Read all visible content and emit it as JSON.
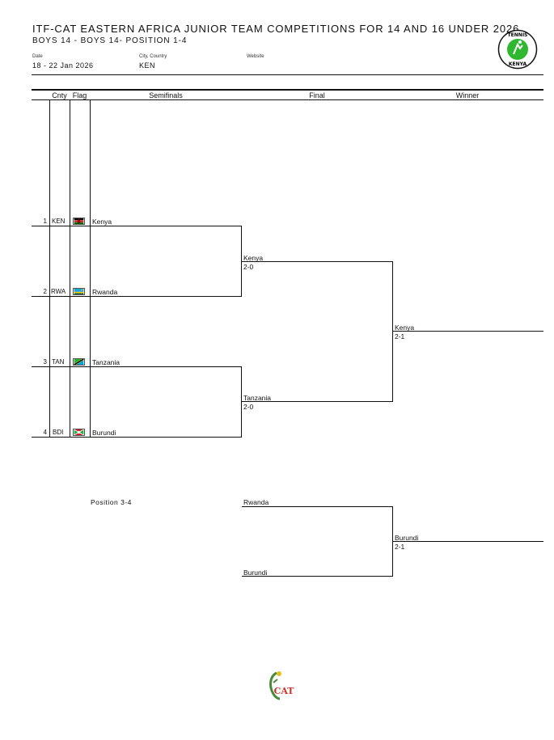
{
  "header": {
    "title": "ITF-CAT EASTERN AFRICA JUNIOR TEAM COMPETITIONS FOR 14 AND 16 UNDER 2026",
    "subtitle": "BOYS 14 - BOYS 14- POSITION 1-4",
    "date_label": "Date",
    "date_value": "18 - 22 Jan 2026",
    "city_label": "City, Country",
    "city_value": "KEN",
    "website_label": "Website",
    "website_value": ""
  },
  "columns": {
    "cnty": "Cnty",
    "flag": "Flag",
    "semifinals": "Semifinals",
    "final": "Final",
    "winner": "Winner"
  },
  "seeds": [
    {
      "num": "1",
      "code": "KEN",
      "team": "Kenya",
      "flag_icon": "kenya-flag-icon"
    },
    {
      "num": "2",
      "code": "RWA",
      "team": "Rwanda",
      "flag_icon": "rwanda-flag-icon"
    },
    {
      "num": "3",
      "code": "TAN",
      "team": "Tanzania",
      "flag_icon": "tanzania-flag-icon"
    },
    {
      "num": "4",
      "code": "BDI",
      "team": "Burundi",
      "flag_icon": "burundi-flag-icon"
    }
  ],
  "semis": [
    {
      "winner": "Kenya",
      "score": "2-0"
    },
    {
      "winner": "Tanzania",
      "score": "2-0"
    }
  ],
  "final": {
    "winner": "Kenya",
    "score": "2-1"
  },
  "playoff": {
    "label": "Position 3-4",
    "team_a": "Rwanda",
    "team_b": "Burundi",
    "winner": "Burundi",
    "score": "2-1"
  },
  "logos": {
    "tennis_kenya_icon": "tennis-kenya-logo",
    "cat_icon": "cat-logo",
    "logo_text_top": "TENNIS",
    "logo_text_bottom": "KENYA",
    "cat_text": "CAT"
  },
  "colors": {
    "logo_green": "#2fb82f",
    "cat_red": "#c8352a",
    "cat_green": "#4a8a3a"
  }
}
